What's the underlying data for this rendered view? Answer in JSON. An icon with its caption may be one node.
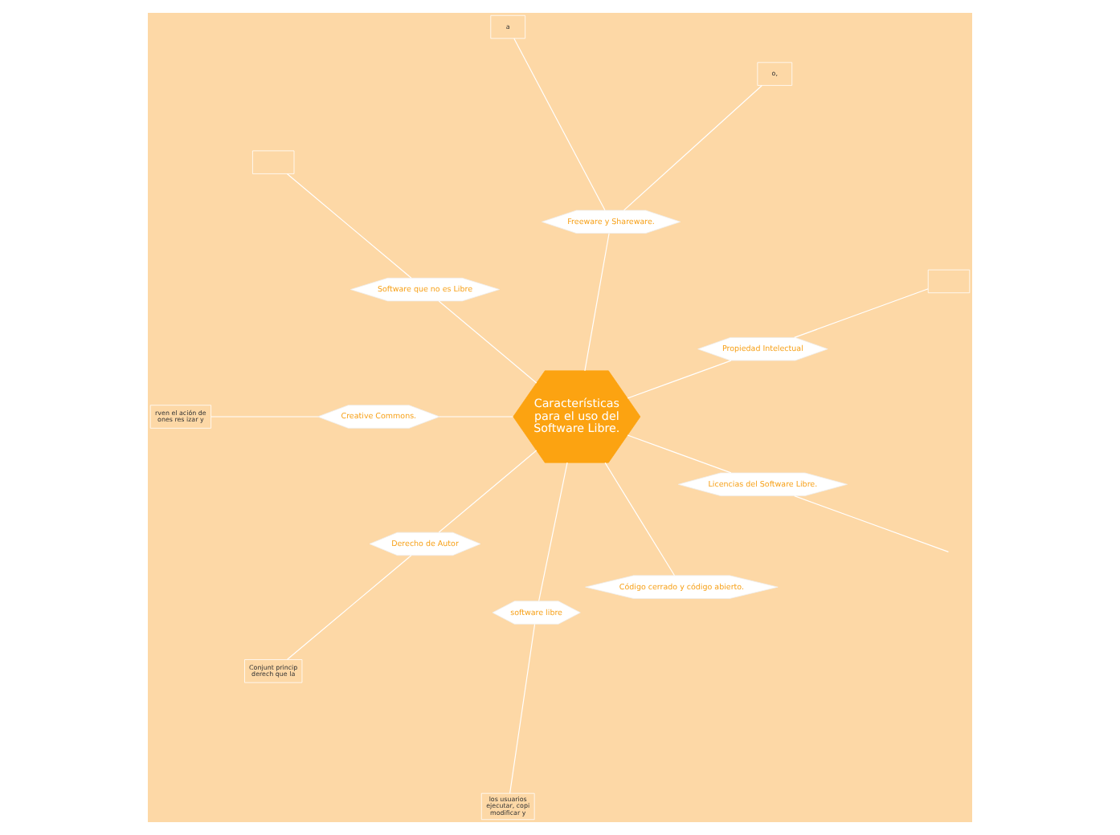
{
  "diagram": {
    "nodes": [
      {
        "text": [
          "Características para el uso del Software Libre."
        ]
      },
      {
        "text": [
          "Propiedad Intelectual"
        ]
      },
      {
        "text": [
          "Freeware y Shareware."
        ]
      },
      {
        "text": [
          "Software que no es Libre"
        ]
      },
      {
        "text": [
          "Creative Commons."
        ]
      },
      {
        "text": [
          "Derecho de Autor"
        ]
      },
      {
        "text": [
          "software libre"
        ]
      },
      {
        "text": [
          "Código cerrado y código abierto."
        ]
      },
      {
        "text": [
          "Licencias del Software Libre."
        ]
      },
      {
        "text": [],
        "shape": "box"
      },
      {
        "text": [
          "o,"
        ]
      },
      {
        "text": [
          "a"
        ]
      },
      {
        "text": [],
        "shape": "box"
      },
      {
        "text": [
          "rven el ación de ones res izar y"
        ]
      },
      {
        "text": [
          "Conjunt princip derech que la"
        ]
      },
      {
        "text": [
          "los usuarios ejecutar, copi modificar y"
        ]
      }
    ],
    "edges": [
      {
        "from": 0,
        "to": 1,
        "arrow": "none"
      },
      {
        "from": 0,
        "to": 2,
        "arrow": "none"
      },
      {
        "from": 0,
        "to": 3,
        "arrow": "none"
      },
      {
        "from": 0,
        "to": 4,
        "arrow": "none"
      },
      {
        "from": 0,
        "to": 5,
        "arrow": "none"
      },
      {
        "from": 0,
        "to": 6,
        "arrow": "none"
      },
      {
        "from": 0,
        "to": 7,
        "arrow": "none"
      },
      {
        "from": 0,
        "to": 8,
        "arrow": "none"
      },
      {
        "from": 1,
        "to": 9,
        "arrow": "none"
      },
      {
        "from": 2,
        "to": 10,
        "arrow": "none"
      },
      {
        "from": 2,
        "to": 11,
        "arrow": "none"
      },
      {
        "from": 3,
        "to": 12,
        "arrow": "none"
      },
      {
        "from": 4,
        "to": 13,
        "arrow": "none"
      },
      {
        "from": 5,
        "to": 14,
        "arrow": "none"
      },
      {
        "from": 6,
        "to": 15,
        "arrow": "none"
      },
      {
        "from": 8,
        "to": null,
        "arrow": "none"
      }
    ]
  }
}
